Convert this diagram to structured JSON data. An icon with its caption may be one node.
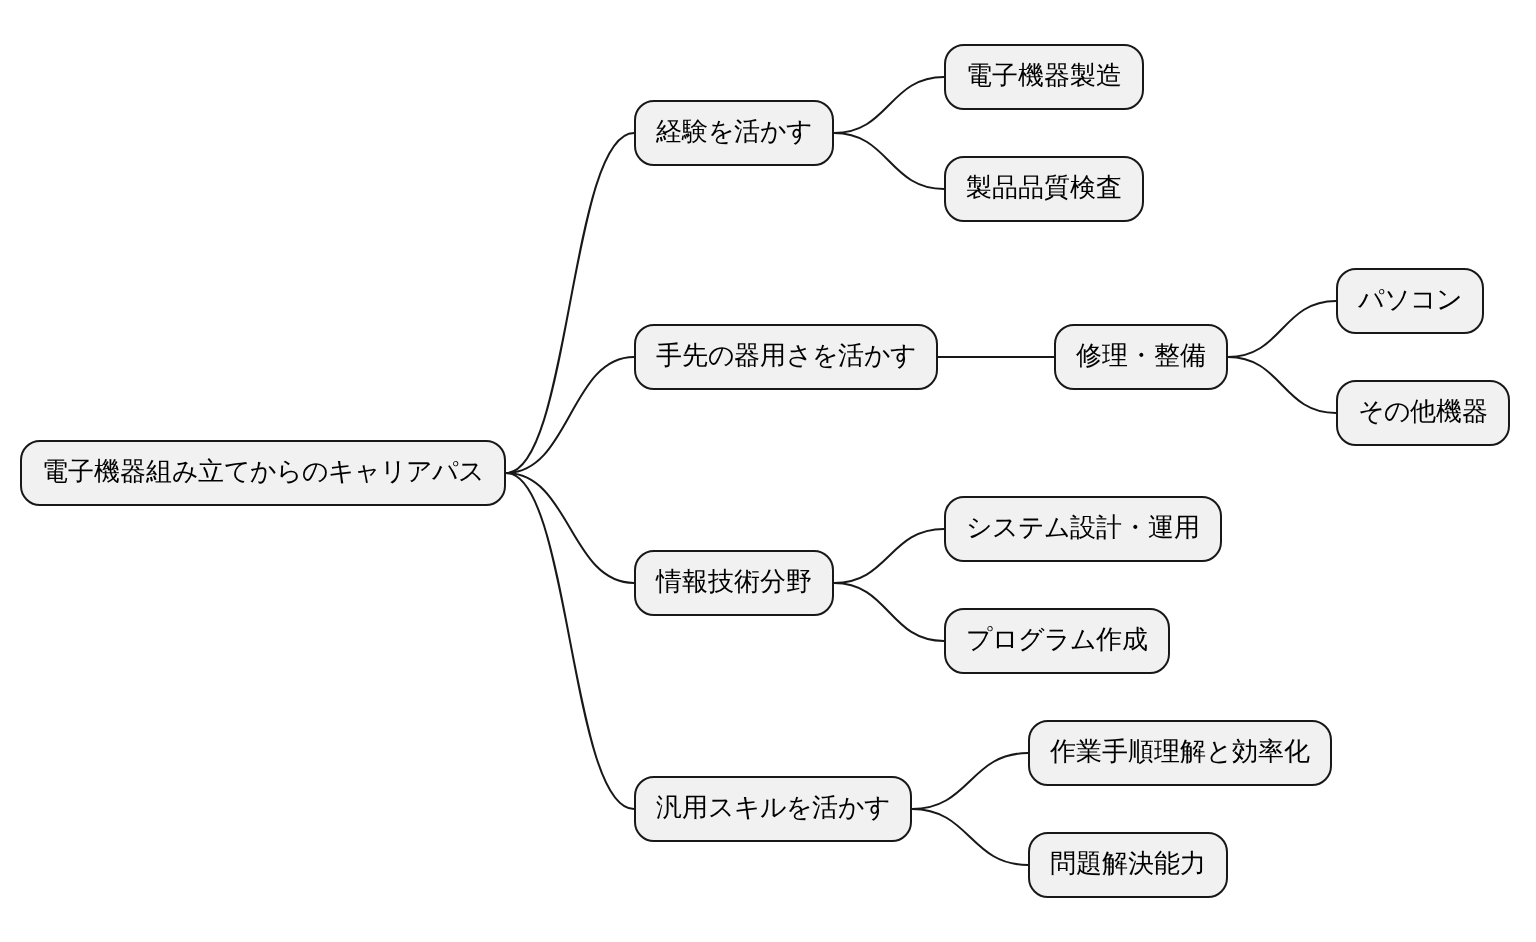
{
  "diagram": {
    "nodes": [
      {
        "text": [
          "電子機器組み立てからのキャリアパス"
        ]
      },
      {
        "text": [
          "経験を活かす"
        ]
      },
      {
        "text": [
          "電子機器製造"
        ]
      },
      {
        "text": [
          "製品品質検査"
        ]
      },
      {
        "text": [
          "手先の器用さを活かす"
        ]
      },
      {
        "text": [
          "修理・整備"
        ]
      },
      {
        "text": [
          "パソコン"
        ]
      },
      {
        "text": [
          "その他機器"
        ]
      },
      {
        "text": [
          "情報技術分野"
        ]
      },
      {
        "text": [
          "システム設計・運用"
        ]
      },
      {
        "text": [
          "プログラム作成"
        ]
      },
      {
        "text": [
          "汎用スキルを活かす"
        ]
      },
      {
        "text": [
          "作業手順理解と効率化"
        ]
      },
      {
        "text": [
          "問題解決能力"
        ]
      }
    ],
    "edges": [
      {
        "from": 0,
        "to": 1,
        "arrow": "none"
      },
      {
        "from": 1,
        "to": 2,
        "arrow": "none"
      },
      {
        "from": 1,
        "to": 3,
        "arrow": "none"
      },
      {
        "from": 0,
        "to": 4,
        "arrow": "none"
      },
      {
        "from": 4,
        "to": 5,
        "arrow": "none"
      },
      {
        "from": 5,
        "to": 6,
        "arrow": "none"
      },
      {
        "from": 5,
        "to": 7,
        "arrow": "none"
      },
      {
        "from": 0,
        "to": 8,
        "arrow": "none"
      },
      {
        "from": 8,
        "to": 9,
        "arrow": "none"
      },
      {
        "from": 8,
        "to": 10,
        "arrow": "none"
      },
      {
        "from": 0,
        "to": 11,
        "arrow": "none"
      },
      {
        "from": 11,
        "to": 12,
        "arrow": "none"
      },
      {
        "from": 11,
        "to": 13,
        "arrow": "none"
      }
    ]
  }
}
